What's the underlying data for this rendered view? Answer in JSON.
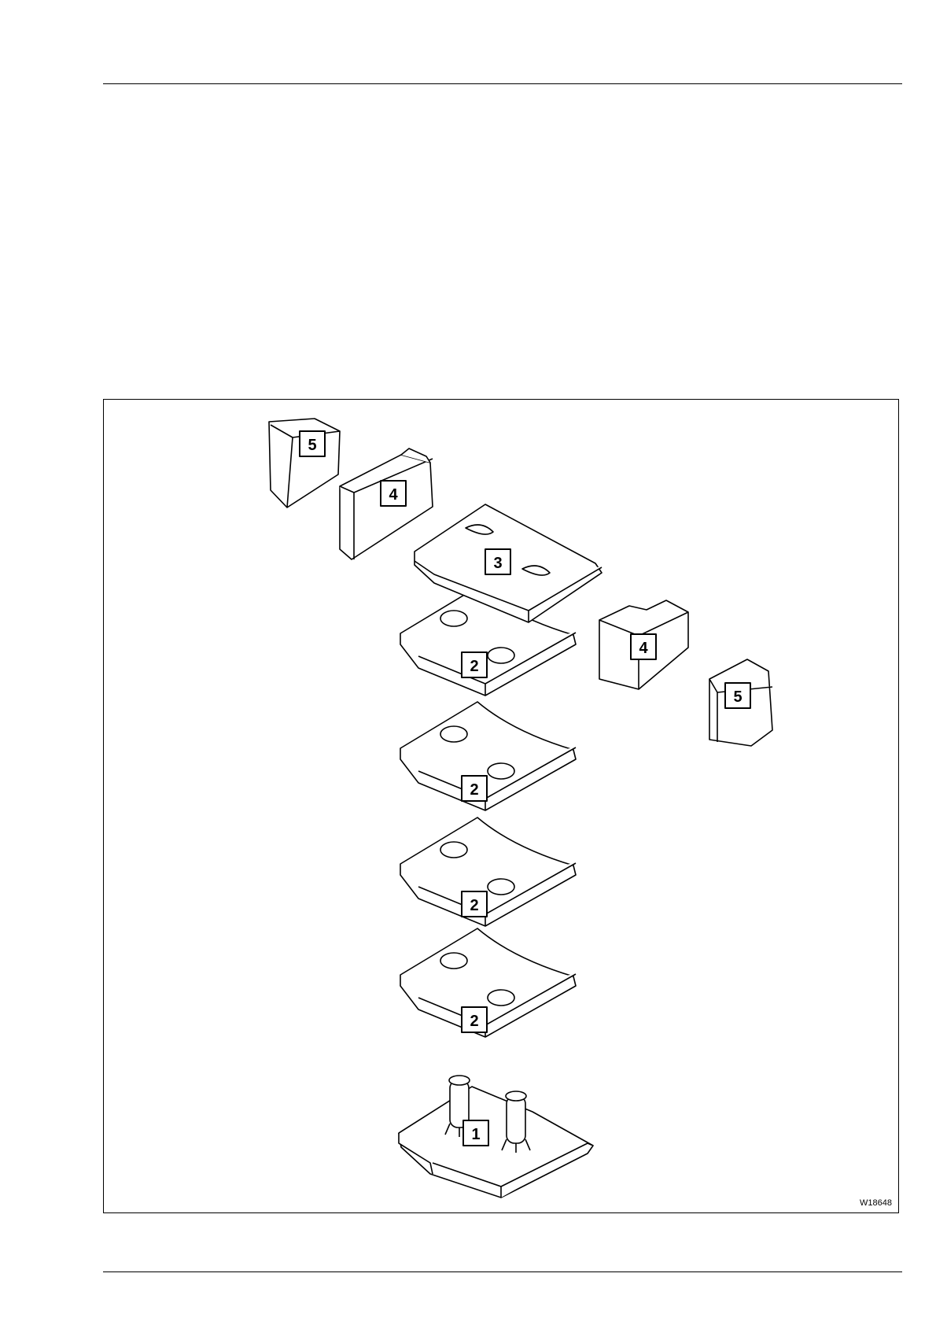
{
  "figure": {
    "id_label": "W18648",
    "callouts": {
      "base_plate": "1",
      "plates": [
        "2",
        "2",
        "2",
        "2"
      ],
      "top_plate": "3",
      "side_block_left": "4",
      "side_block_right": "4",
      "end_block_left": "5",
      "end_block_right": "5"
    }
  }
}
